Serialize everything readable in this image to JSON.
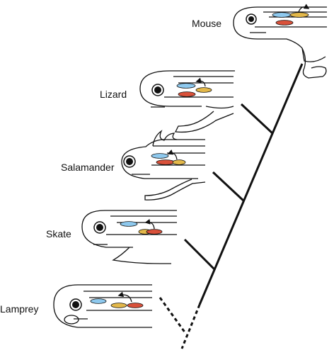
{
  "species": [
    {
      "id": "mouse",
      "label": "Mouse"
    },
    {
      "id": "lizard",
      "label": "Lizard"
    },
    {
      "id": "salamander",
      "label": "Salamander"
    },
    {
      "id": "skate",
      "label": "Skate"
    },
    {
      "id": "lamprey",
      "label": "Lamprey"
    }
  ],
  "colors": {
    "line": "#111111",
    "blue": "#8ec9ee",
    "gold": "#e3b84a",
    "red": "#d9513a"
  },
  "legend_note": "",
  "arrow_direction": "curved arrow indicating gene/domain shift"
}
